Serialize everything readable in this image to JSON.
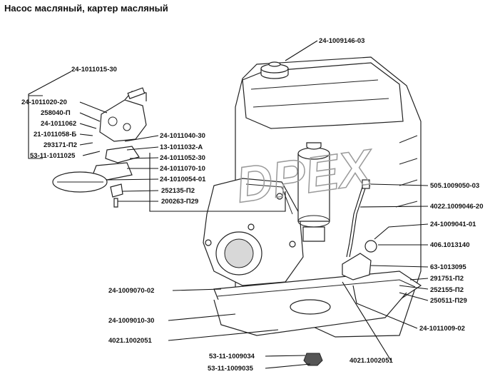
{
  "title": "Насос масляный, картер масляный",
  "watermark": "DPEX",
  "labels": [
    "24-1011015-30",
    "24-1011020-20",
    "258040-П",
    "24-1011062",
    "21-1011058-Б",
    "293171-П2",
    "53-11-1011025",
    "24-1011040-30",
    "13-1011032-А",
    "24-1011052-30",
    "24-1011070-10",
    "24-1010054-01",
    "252135-П2",
    "200263-П29",
    "24-1009146-03",
    "505.1009050-03",
    "4022.1009046-20",
    "24-1009041-01",
    "406.1013140",
    "63-1013095",
    "291751-П2",
    "252155-П2",
    "250511-П29",
    "24-1011009-02",
    "24-1009070-02",
    "24-1009010-30",
    "4021.1002051",
    "4021.1002051",
    "53-11-1009034",
    "53-11-1009035"
  ]
}
